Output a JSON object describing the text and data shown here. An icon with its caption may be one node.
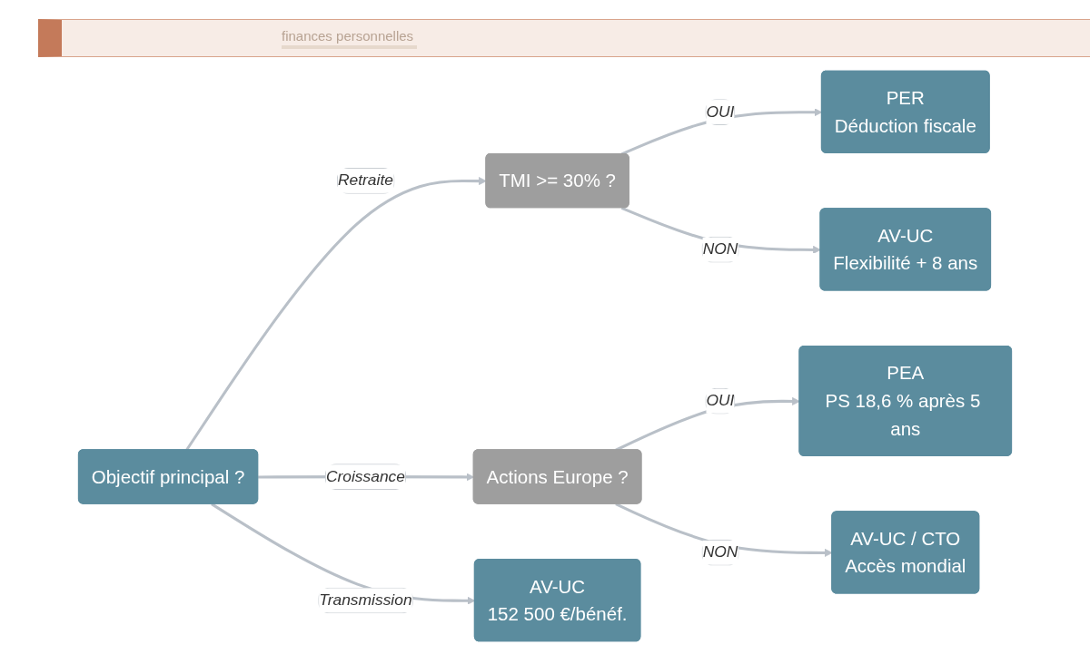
{
  "diagram": {
    "nodes": [
      {
        "text": [
          "Objectif principal ?"
        ]
      },
      {
        "text": [
          "TMI >= 30% ?"
        ]
      },
      {
        "text": [
          "PER",
          "Déduction fiscale"
        ]
      },
      {
        "text": [
          "AV-UC",
          "Flexibilité + 8 ans"
        ]
      },
      {
        "text": [
          "Actions Europe ?"
        ]
      },
      {
        "text": [
          "PEA",
          "PS 18,6 % après 5 ans"
        ]
      },
      {
        "text": [
          "AV-UC / CTO",
          "Accès mondial"
        ]
      },
      {
        "text": [
          "AV-UC",
          "152 500 €/bénéf."
        ]
      }
    ],
    "edges": [
      {
        "from": 0,
        "to": 1,
        "arrow": "to",
        "label": "Retraite"
      },
      {
        "from": 0,
        "to": 4,
        "arrow": "to",
        "label": "Croissance"
      },
      {
        "from": 0,
        "to": 7,
        "arrow": "to",
        "label": "Transmission"
      },
      {
        "from": 1,
        "to": 2,
        "arrow": "to",
        "label": "OUI"
      },
      {
        "from": 1,
        "to": 3,
        "arrow": "to",
        "label": "NON"
      },
      {
        "from": 4,
        "to": 5,
        "arrow": "to",
        "label": "OUI"
      },
      {
        "from": 4,
        "to": 6,
        "arrow": "to",
        "label": "NON"
      }
    ],
    "labels": [
      "finances personnelles"
    ]
  }
}
